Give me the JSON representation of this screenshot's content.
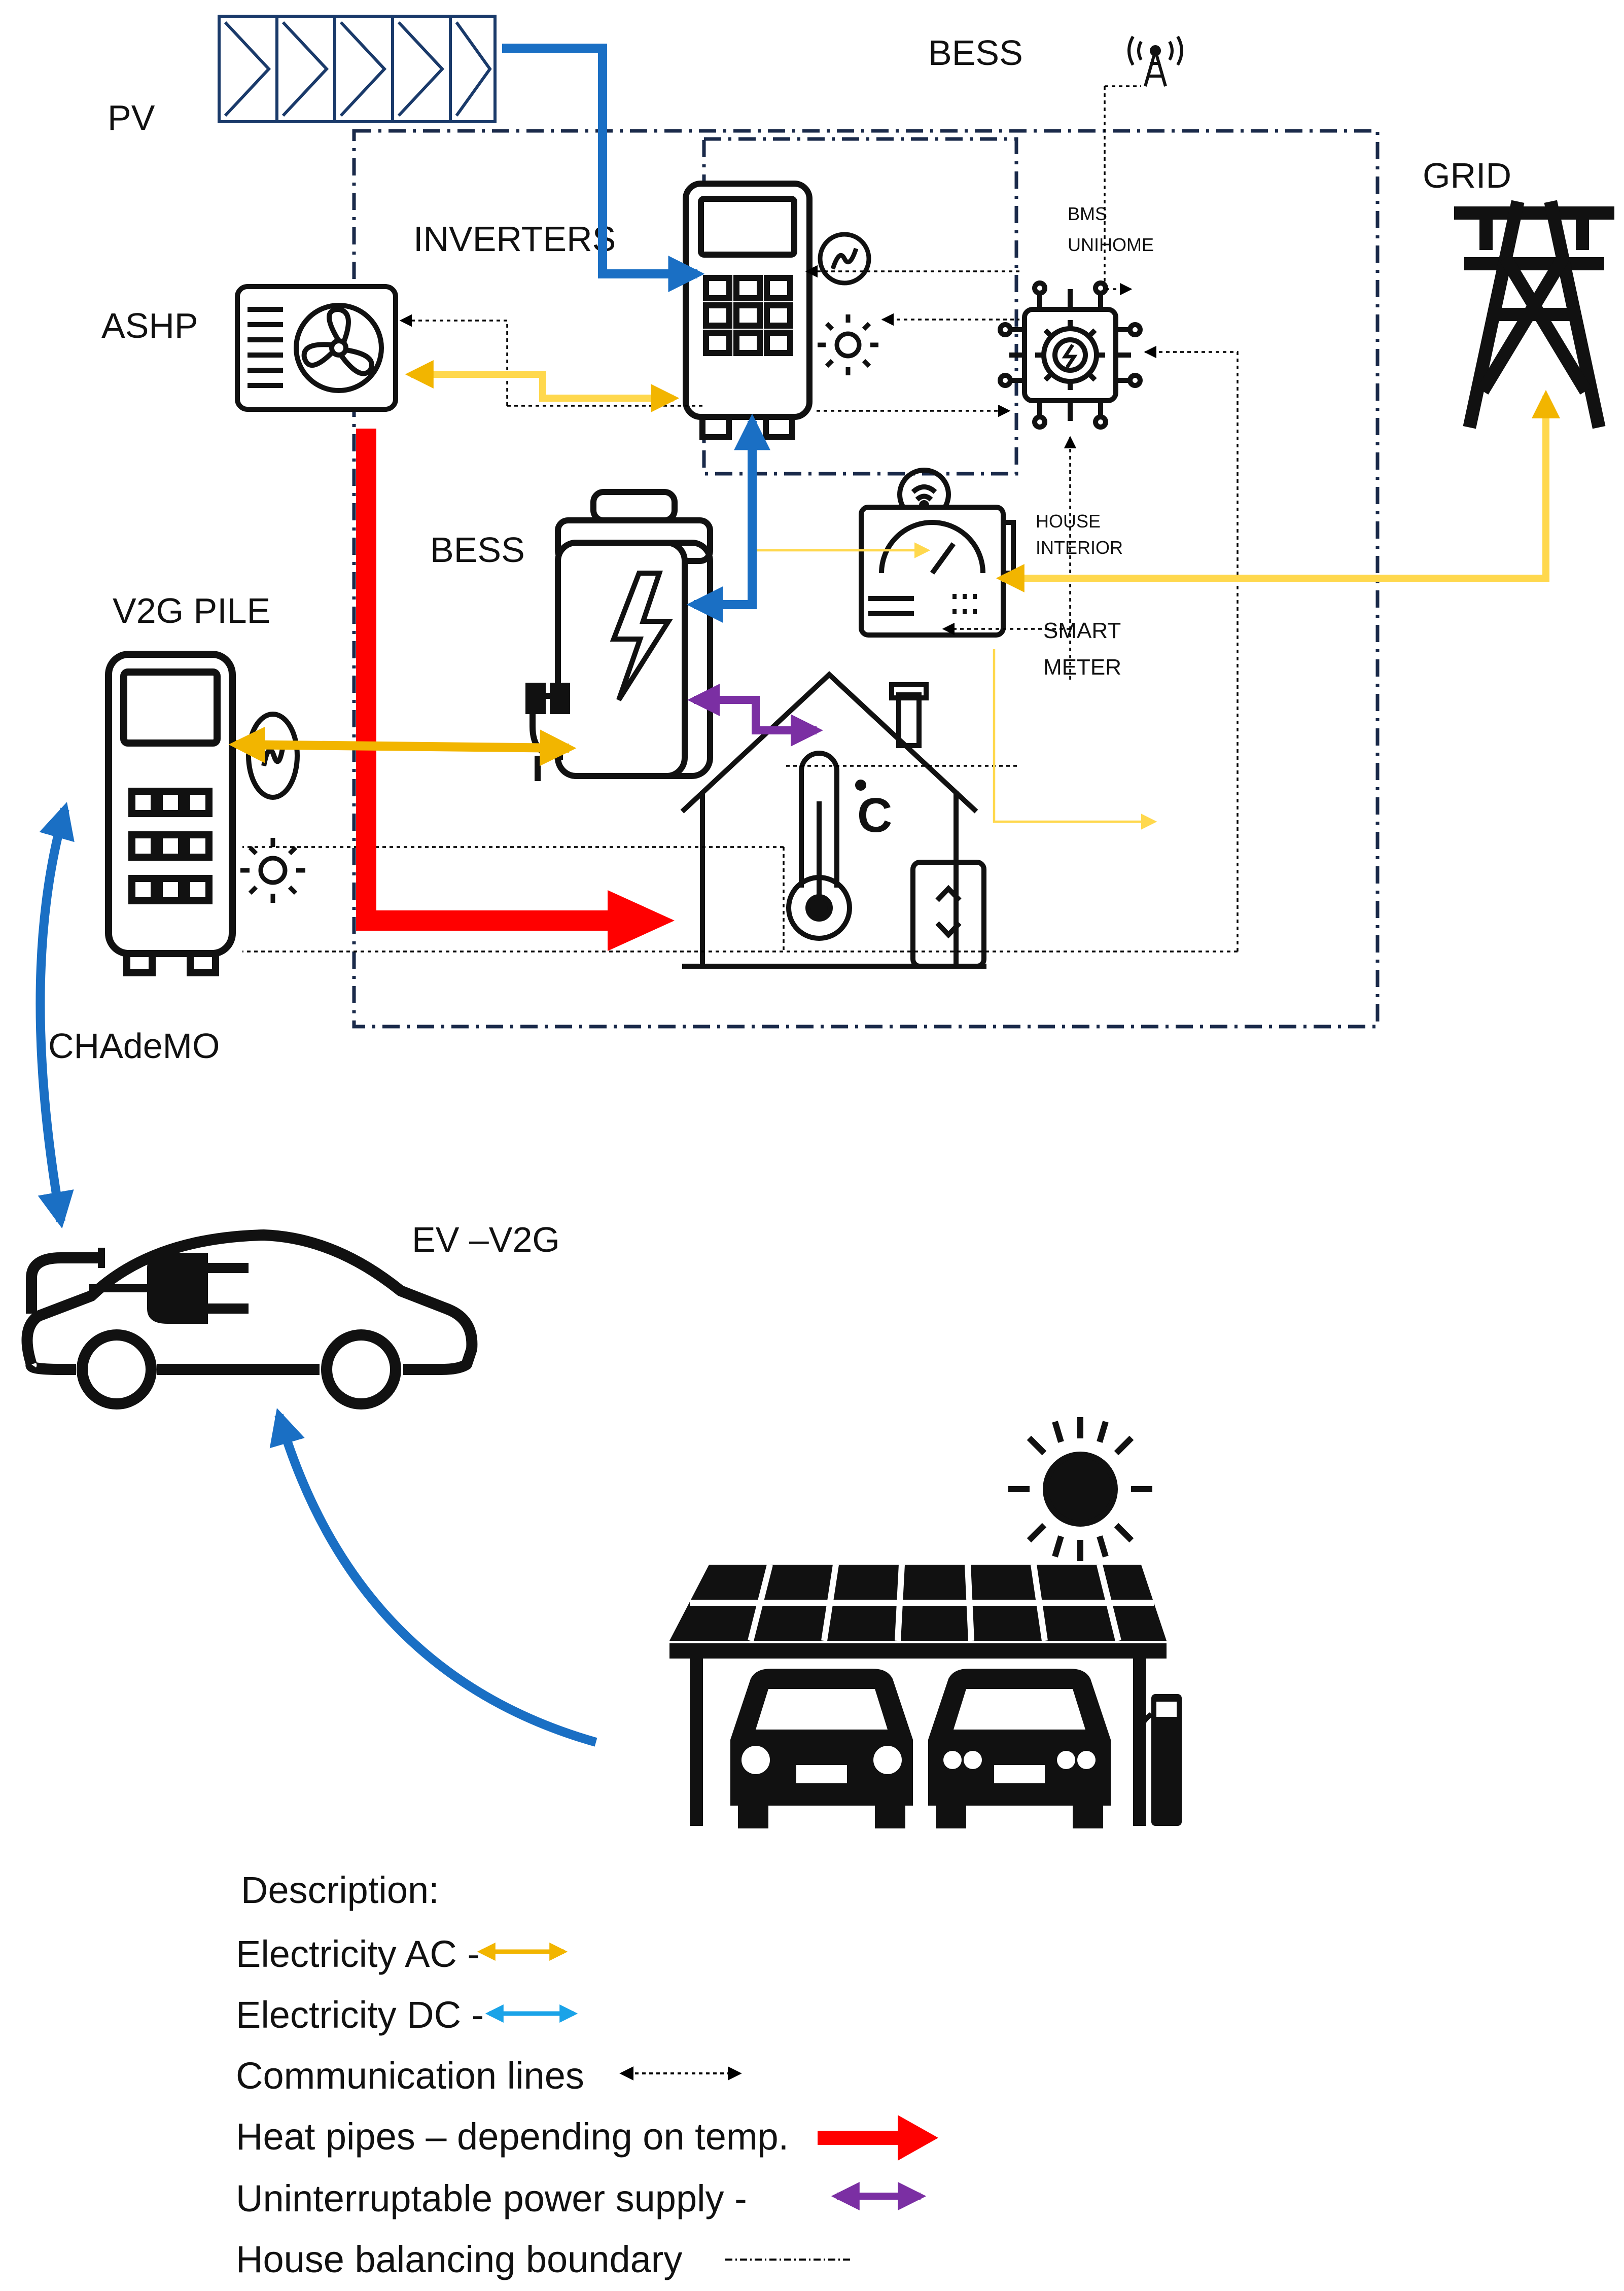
{
  "labels": {
    "pv": "PV",
    "bess_top": "BESS",
    "grid": "GRID",
    "inverters": "INVERTERS",
    "ashp": "ASHP",
    "bms_line1": "BMS",
    "bms_line2": "UNIHOME",
    "bess_mid": "BESS",
    "house_interior_line1": "HOUSE",
    "house_interior_line2": "INTERIOR",
    "smart_meter_line1": "SMART",
    "smart_meter_line2": "METER",
    "v2g_pile": "V2G PILE",
    "chademo": "CHAdeMO",
    "ev_v2g": "EV –V2G",
    "thermostat_unit": "C"
  },
  "legend": {
    "title": "Description:",
    "items": [
      {
        "label": "Electricity AC -",
        "color": "#f2b500"
      },
      {
        "label": "Electricity DC -",
        "color": "#1aa3e8"
      },
      {
        "label": "Communication lines",
        "color": "#000000"
      },
      {
        "label": "Heat pipes – depending on temp.",
        "color": "#ff0000"
      },
      {
        "label": "Uninterruptable power supply -",
        "color": "#7b2fa3"
      },
      {
        "label": "House balancing boundary",
        "color": "#000000"
      }
    ]
  },
  "colors": {
    "ac": "#f2b500",
    "ac_light": "#ffd84d",
    "dc": "#1a6fc4",
    "dc_light": "#1aa3e8",
    "heat": "#ff0000",
    "ups": "#7b2fa3",
    "boundary": "#1a2a4a",
    "comm": "#000000"
  },
  "icons": {
    "pv_panel": "solar-panel-icon",
    "inverter": "inverter-icon",
    "ashp": "air-source-heat-pump-icon",
    "bms": "bms-chip-icon",
    "antenna": "antenna-icon",
    "pylon": "power-pylon-icon",
    "battery": "battery-icon",
    "smart_meter": "smart-meter-icon",
    "house": "house-icon",
    "charger": "charger-icon",
    "ev": "ev-car-icon",
    "sun": "sun-icon",
    "carport": "solar-carport-icon"
  }
}
